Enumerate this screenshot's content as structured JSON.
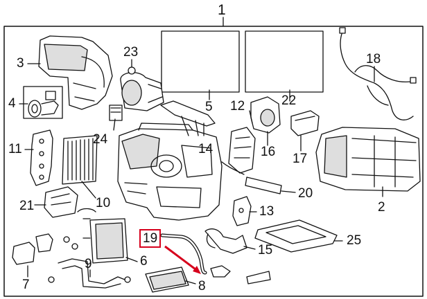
{
  "callouts": {
    "n1": "1",
    "n2": "2",
    "n3": "3",
    "n4": "4",
    "n5": "5",
    "n6": "6",
    "n7": "7",
    "n8": "8",
    "n9": "9",
    "n10": "10",
    "n11": "11",
    "n12": "12",
    "n13": "13",
    "n14": "14",
    "n15": "15",
    "n16": "16",
    "n17": "17",
    "n18": "18",
    "n19": "19",
    "n20": "20",
    "n21": "21",
    "n22": "22",
    "n23": "23",
    "n24": "24",
    "n25": "25"
  },
  "highlight": {
    "callout": "19",
    "color": "#d6001c"
  },
  "colors": {
    "line": "#111111",
    "fill": "#ffffff",
    "shade": "#dedede"
  }
}
